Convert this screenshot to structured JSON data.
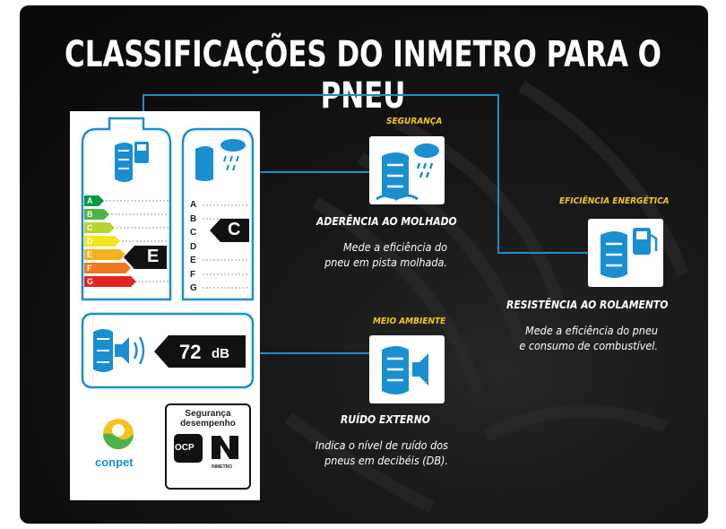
{
  "title": "CLASSIFICAÇÕES DO INMETRO PARA O PNEU",
  "label_card": {
    "fuel_grades": [
      "A",
      "B",
      "C",
      "D",
      "E",
      "F",
      "G"
    ],
    "fuel_rating": "E",
    "wet_grades": [
      "A",
      "B",
      "C",
      "D",
      "E",
      "F",
      "G"
    ],
    "wet_rating": "C",
    "noise_value": "72",
    "noise_unit": "dB",
    "cert_title_line1": "Segurança",
    "cert_title_line2": "desempenho",
    "cert_ocp": "OCP",
    "cert_inmetro": "INMETRO",
    "conpet_label": "conpet",
    "colors": {
      "A": "#0a9a3c",
      "B": "#4fb447",
      "C": "#b7d432",
      "D": "#f2e51c",
      "E": "#f6b21c",
      "F": "#ef7a20",
      "G": "#e32421"
    }
  },
  "sections": [
    {
      "category": "SEGURANÇA",
      "heading": "ADERÊNCIA AO MOLHADO",
      "desc_line1": "Mede a eficiência do",
      "desc_line2": "pneu em pista molhada.",
      "icon": "tire-rain-icon"
    },
    {
      "category": "EFICIÊNCIA ENERGÉTICA",
      "heading": "RESISTÊNCIA AO ROLAMENTO",
      "desc_line1": "Mede a eficiência do pneu",
      "desc_line2": "e consumo de combustível.",
      "icon": "tire-fuel-icon"
    },
    {
      "category": "MEIO AMBIENTE",
      "heading": "RUÍDO EXTERNO",
      "desc_line1": "Indica o nível de ruído dos",
      "desc_line2": "pneus em decibéis (DB).",
      "icon": "tire-sound-icon"
    }
  ],
  "accent_color": "#1a8fd0"
}
